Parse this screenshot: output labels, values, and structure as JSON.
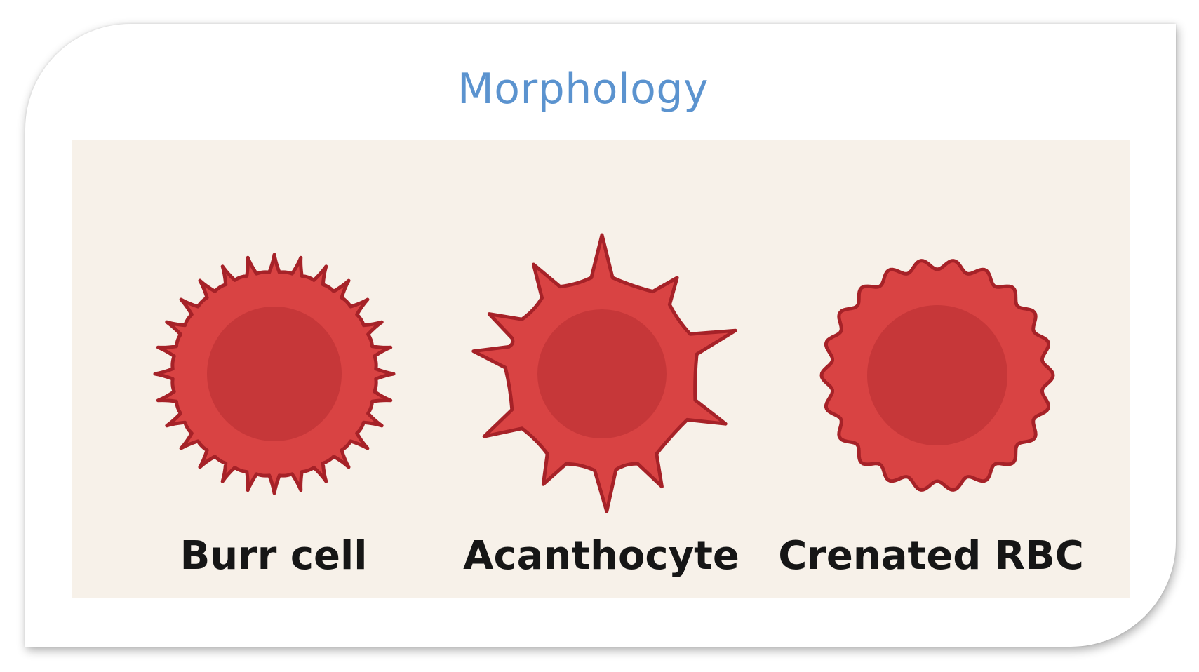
{
  "title": "Morphology",
  "colors": {
    "title": "#5b93cf",
    "panel_background": "#f7f1e9",
    "cell_fill": "#d94343",
    "cell_outline": "#a62228",
    "cell_center": "#c63739",
    "label_text": "#161616"
  },
  "cells": [
    {
      "label": "Burr cell",
      "shape": "many short regular spikes"
    },
    {
      "label": "Acanthocyte",
      "shape": "few irregular long spikes"
    },
    {
      "label": "Crenated RBC",
      "shape": "scalloped wavy edge"
    }
  ]
}
